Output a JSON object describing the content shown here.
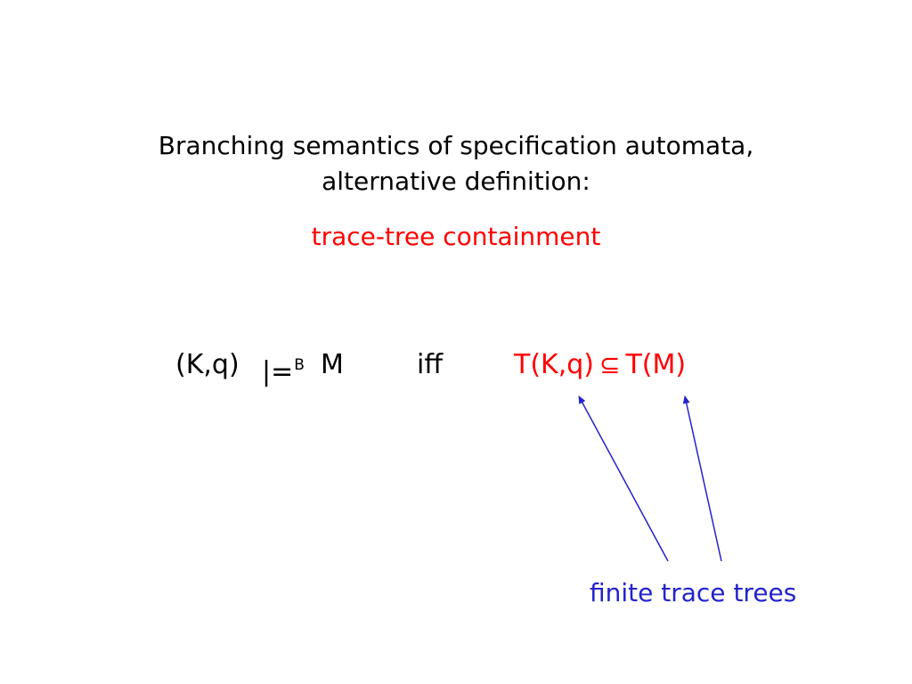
{
  "slide": {
    "title_line1": "Branching semantics of specification automata,",
    "title_line2": "alternative definition:",
    "subtitle": "trace-tree containment",
    "formula": {
      "lhs": "(K,q)",
      "models": "|=",
      "models_sup": "B",
      "spec": "M",
      "iff": "iff",
      "rhs_left": "T(K,q)",
      "subset_symbol": "⊆",
      "rhs_right": "T(M)"
    },
    "annotation": "finite trace trees",
    "colors": {
      "text": "#000000",
      "highlight": "#ff0000",
      "annotation": "#2323cc"
    }
  }
}
